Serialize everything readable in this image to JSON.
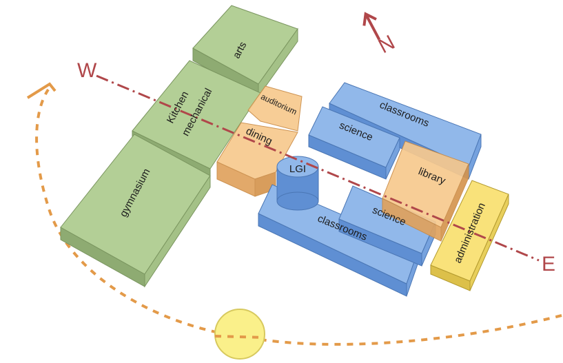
{
  "compass": {
    "north": "N",
    "west": "W",
    "east": "E"
  },
  "colors": {
    "green_top": "#b3cf96",
    "green_side": "#8eab72",
    "orange_top": "#f7c98e",
    "orange_side": "#e0a25e",
    "blue_top": "#91b8ea",
    "blue_side": "#5f8fd3",
    "yellow_top": "#f9e27a",
    "yellow_side": "#dcc04a",
    "sun_path": "#e39a49",
    "axis": "#b0474a",
    "sun": "#faf08a"
  },
  "blocks": {
    "arts": "arts",
    "kitchen": "Kitchen",
    "mechanical": "mechanical",
    "gymnasium": "gymnasium",
    "auditorium": "auditorium",
    "dining": "dining",
    "lgi": "LGI",
    "classrooms_top": "classrooms",
    "science_top": "science",
    "library": "library",
    "science_bottom": "science",
    "classrooms_bottom": "classrooms",
    "administration": "administration"
  }
}
